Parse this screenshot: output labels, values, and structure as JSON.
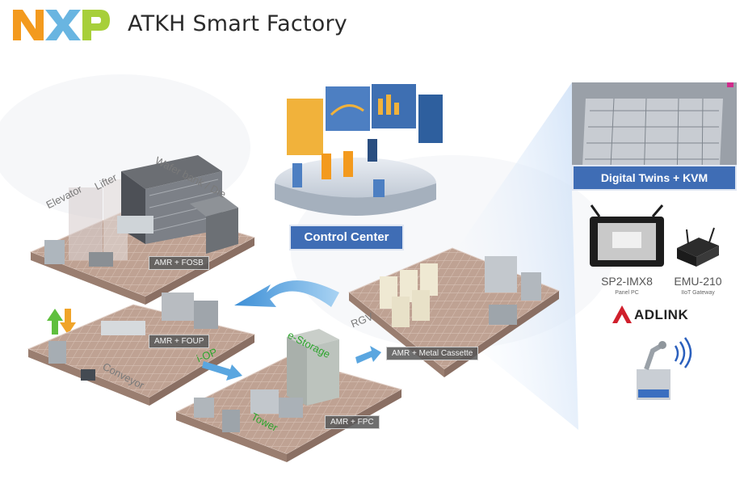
{
  "header": {
    "brand": "NXP",
    "title": "ATKH Smart Factory"
  },
  "labels": {
    "elevator": "Elevator",
    "lifter": "Lifter",
    "wafer_bank": "Wafer bank / Die",
    "amr_fosb": "AMR + FOSB",
    "amr_foup": "AMR + FOUP",
    "conveyor": "Conveyor",
    "iop": "i-OP",
    "estorage": "e-Storage",
    "tower": "Tower",
    "amr_fpc": "AMR + FPC",
    "rgv": "RGV",
    "amr_metal": "AMR + Metal Cassette",
    "control_center": "Control Center",
    "digital_twins": "Digital Twins + KVM"
  },
  "devices": {
    "panel": {
      "name": "SP2-IMX8",
      "sub": "Panel PC"
    },
    "gateway": {
      "name": "EMU-210",
      "sub": "IIoT Gateway"
    },
    "vendor": "ADLINK"
  },
  "colors": {
    "nxp_orange": "#f39a1e",
    "nxp_blue": "#69b5e1",
    "nxp_green": "#a7cf3a",
    "caption_blue": "#3f6db5",
    "arrow_blue": "#5aa6e0",
    "floor_tile": "#b99a8a",
    "up_arrow": "#5fbf3e",
    "down_arrow": "#f0a429"
  }
}
